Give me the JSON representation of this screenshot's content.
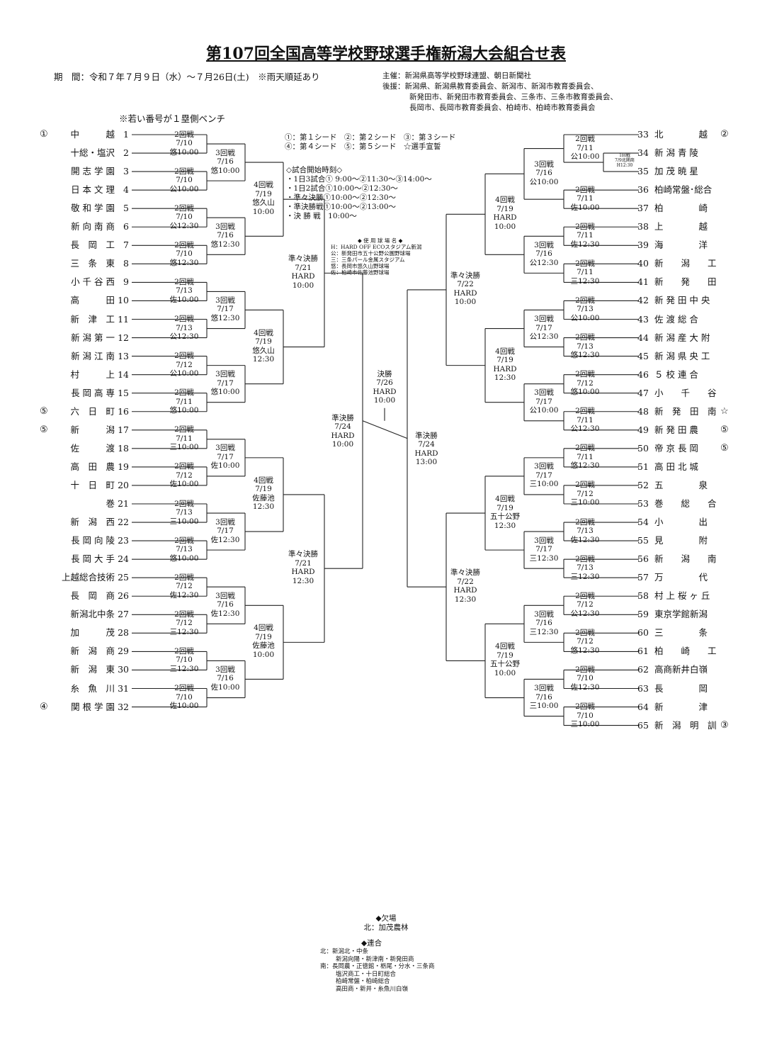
{
  "title": "第107回全国高等学校野球選手権新潟大会組合せ表",
  "period": "期　間：令和７年７月９日（水）～７月26日(土)　※雨天順延あり",
  "organizers": [
    "主催：新潟県高等学校野球連盟、朝日新聞社",
    "後援：新潟県、新潟県教育委員会、新潟市、新潟市教育委員会、",
    "新発田市、新発田市教育委員会、三条市、三条市教育委員会、",
    "長岡市、長岡市教育委員会、柏崎市、柏崎市教育委員会"
  ],
  "bench_note": "※若い番号が１塁側ベンチ",
  "seed_legend": [
    "①：第１シード　②：第２シード　③：第３シード",
    "④：第４シード　⑤：第５シード　☆選手宣誓"
  ],
  "start_times": [
    "◇試合開始時刻◇",
    "・1日3試合①  9:00～②11:30～③14:00～",
    "・1日2試合①10:00～②12:30～",
    "・準々決勝①10:00～②12:30～",
    "・準決勝戦①10:00～②13:00～",
    "・決 勝 戦　10:00～"
  ],
  "venues": [
    "◆ 使 用 球 場 名 ◆",
    "H：HARD OFF ECOスタジアム新潟",
    "公：新発田市五十公野公園野球場",
    "三：三条パール金属スタジアム",
    "悠：長岡市悠久山野球場",
    "佐：柏崎市佐藤池野球場"
  ],
  "absent": [
    "◆欠場",
    "北：加茂農林"
  ],
  "combined": [
    "◆連合",
    "北：新潟北・中条",
    "新潟向陽・新津南・新発田商",
    "南：長岡農・正徳館・栃尾・分水・三条商",
    "塩沢商工・十日町総合",
    "柏崎常盤・柏崎総合",
    "高田商・新井・糸魚川白嶺"
  ],
  "first_round": [
    "1回戦",
    "7/9北関商",
    "H12:30"
  ],
  "teams_left": [
    {
      "name": "中　　　越",
      "no": "1",
      "seed": "①"
    },
    {
      "name": "十総・塩沢",
      "no": "2",
      "seed": ""
    },
    {
      "name": "開 志 学 園",
      "no": "3",
      "seed": ""
    },
    {
      "name": "日 本 文 理",
      "no": "4",
      "seed": ""
    },
    {
      "name": "敬 和 学 園",
      "no": "5",
      "seed": ""
    },
    {
      "name": "新 向 南 商",
      "no": "6",
      "seed": ""
    },
    {
      "name": "長　岡　工",
      "no": "7",
      "seed": ""
    },
    {
      "name": "三　条　東",
      "no": "8",
      "seed": ""
    },
    {
      "name": "小 千 谷 西",
      "no": "9",
      "seed": ""
    },
    {
      "name": "高　　　田",
      "no": "10",
      "seed": ""
    },
    {
      "name": "新　津　工",
      "no": "11",
      "seed": ""
    },
    {
      "name": "新 潟 第 一",
      "no": "12",
      "seed": ""
    },
    {
      "name": "新 潟 江 南",
      "no": "13",
      "seed": ""
    },
    {
      "name": "村　　　上",
      "no": "14",
      "seed": ""
    },
    {
      "name": "長 岡 高 専",
      "no": "15",
      "seed": ""
    },
    {
      "name": "六　日　町",
      "no": "16",
      "seed": "⑤"
    },
    {
      "name": "新　　　潟",
      "no": "17",
      "seed": "⑤"
    },
    {
      "name": "佐　　　渡",
      "no": "18",
      "seed": ""
    },
    {
      "name": "高　田　農",
      "no": "19",
      "seed": ""
    },
    {
      "name": "十　日　町",
      "no": "20",
      "seed": ""
    },
    {
      "name": "巻　",
      "no": "21",
      "seed": ""
    },
    {
      "name": "新　潟　西",
      "no": "22",
      "seed": ""
    },
    {
      "name": "長 岡 向 陵",
      "no": "23",
      "seed": ""
    },
    {
      "name": "長 岡 大 手",
      "no": "24",
      "seed": ""
    },
    {
      "name": "上越総合技術",
      "no": "25",
      "seed": ""
    },
    {
      "name": "長　岡　商",
      "no": "26",
      "seed": ""
    },
    {
      "name": "新潟北中条",
      "no": "27",
      "seed": ""
    },
    {
      "name": "加　　　茂",
      "no": "28",
      "seed": ""
    },
    {
      "name": "新　潟　商",
      "no": "29",
      "seed": ""
    },
    {
      "name": "新　潟　東",
      "no": "30",
      "seed": ""
    },
    {
      "name": "糸　魚　川",
      "no": "31",
      "seed": ""
    },
    {
      "name": "関 根 学 園",
      "no": "32",
      "seed": "④"
    }
  ],
  "teams_right": [
    {
      "no": "33",
      "name": "北　　　　越",
      "seed": "②"
    },
    {
      "no": "34",
      "name": "新 潟 青 陵",
      "seed": ""
    },
    {
      "no": "35",
      "name": "加 茂 暁 星",
      "seed": ""
    },
    {
      "no": "36",
      "name": "柏崎常盤･総合",
      "seed": ""
    },
    {
      "no": "37",
      "name": "柏　　　　崎",
      "seed": ""
    },
    {
      "no": "38",
      "name": "上　　　　越",
      "seed": ""
    },
    {
      "no": "39",
      "name": "海　　　　洋",
      "seed": ""
    },
    {
      "no": "40",
      "name": "新　　潟　　工",
      "seed": ""
    },
    {
      "no": "41",
      "name": "新　　発　　田",
      "seed": ""
    },
    {
      "no": "42",
      "name": "新 発 田 中 央",
      "seed": ""
    },
    {
      "no": "43",
      "name": "佐 渡 総 合",
      "seed": ""
    },
    {
      "no": "44",
      "name": "新 潟 産 大 附",
      "seed": ""
    },
    {
      "no": "45",
      "name": "新 潟 県 央 工",
      "seed": ""
    },
    {
      "no": "46",
      "name": "５ 校 連 合",
      "seed": ""
    },
    {
      "no": "47",
      "name": "小　　千　　谷",
      "seed": ""
    },
    {
      "no": "48",
      "name": "新　発　田　南",
      "seed": "☆"
    },
    {
      "no": "49",
      "name": "新 発 田 農",
      "seed": "⑤"
    },
    {
      "no": "50",
      "name": "帝 京 長 岡",
      "seed": "⑤"
    },
    {
      "no": "51",
      "name": "高 田 北 城",
      "seed": ""
    },
    {
      "no": "52",
      "name": "五　　　　泉",
      "seed": ""
    },
    {
      "no": "53",
      "name": "巻　　総　　合",
      "seed": ""
    },
    {
      "no": "54",
      "name": "小　　　　出",
      "seed": ""
    },
    {
      "no": "55",
      "name": "見　　　　附",
      "seed": ""
    },
    {
      "no": "56",
      "name": "新　　潟　　南",
      "seed": ""
    },
    {
      "no": "57",
      "name": "万　　　　代",
      "seed": ""
    },
    {
      "no": "58",
      "name": "村 上 桜 ヶ 丘",
      "seed": ""
    },
    {
      "no": "59",
      "name": "東京学館新潟",
      "seed": ""
    },
    {
      "no": "60",
      "name": "三　　　　条",
      "seed": ""
    },
    {
      "no": "61",
      "name": "柏　　崎　　工",
      "seed": ""
    },
    {
      "no": "62",
      "name": "高商新井白嶺",
      "seed": ""
    },
    {
      "no": "63",
      "name": "長　　　　岡",
      "seed": ""
    },
    {
      "no": "64",
      "name": "新　　　　津",
      "seed": ""
    },
    {
      "no": "65",
      "name": "新　潟　明　訓",
      "seed": "③"
    }
  ],
  "r2_left": [
    [
      "2回戦",
      "7/10",
      "悠10:00"
    ],
    [
      "2回戦",
      "7/10",
      "公10:00"
    ],
    [
      "2回戦",
      "7/10",
      "公12:30"
    ],
    [
      "2回戦",
      "7/10",
      "悠12:30"
    ],
    [
      "2回戦",
      "7/13",
      "佐10:00"
    ],
    [
      "2回戦",
      "7/13",
      "公12:30"
    ],
    [
      "2回戦",
      "7/12",
      "公10:00"
    ],
    [
      "2回戦",
      "7/11",
      "悠10:00"
    ],
    [
      "2回戦",
      "7/11",
      "三10:00"
    ],
    [
      "2回戦",
      "7/12",
      "佐10:00"
    ],
    [
      "2回戦",
      "7/13",
      "三10:00"
    ],
    [
      "2回戦",
      "7/13",
      "悠10:00"
    ],
    [
      "2回戦",
      "7/12",
      "佐12:30"
    ],
    [
      "2回戦",
      "7/12",
      "三12:30"
    ],
    [
      "2回戦",
      "7/10",
      "三12:30"
    ],
    [
      "2回戦",
      "7/10",
      "佐10:00"
    ]
  ],
  "r3_left": [
    [
      "3回戦",
      "7/16",
      "悠10:00"
    ],
    [
      "3回戦",
      "7/16",
      "悠12:30"
    ],
    [
      "3回戦",
      "7/17",
      "悠12:30"
    ],
    [
      "3回戦",
      "7/17",
      "悠10:00"
    ],
    [
      "3回戦",
      "7/17",
      "佐10:00"
    ],
    [
      "3回戦",
      "7/17",
      "佐12:30"
    ],
    [
      "3回戦",
      "7/16",
      "佐12:30"
    ],
    [
      "3回戦",
      "7/16",
      "佐10:00"
    ]
  ],
  "r4_left": [
    [
      "4回戦",
      "7/19",
      "悠久山",
      "10:00"
    ],
    [
      "4回戦",
      "7/19",
      "悠久山",
      "12:30"
    ],
    [
      "4回戦",
      "7/19",
      "佐藤池",
      "12:30"
    ],
    [
      "4回戦",
      "7/19",
      "佐藤池",
      "10:00"
    ]
  ],
  "qf_left": [
    [
      "準々決勝",
      "7/21",
      "HARD",
      "10:00"
    ],
    [
      "準々決勝",
      "7/21",
      "HARD",
      "12:30"
    ]
  ],
  "sf_left": [
    "準決勝",
    "7/24",
    "HARD",
    "10:00"
  ],
  "final": [
    "決勝",
    "7/26",
    "HARD",
    "10:00"
  ],
  "sf_right": [
    "準決勝",
    "7/24",
    "HARD",
    "13:00"
  ],
  "qf_right": [
    [
      "準々決勝",
      "7/22",
      "HARD",
      "10:00"
    ],
    [
      "準々決勝",
      "7/22",
      "HARD",
      "12:30"
    ]
  ],
  "r4_right": [
    [
      "4回戦",
      "7/19",
      "HARD",
      "10:00"
    ],
    [
      "4回戦",
      "7/19",
      "HARD",
      "12:30"
    ],
    [
      "4回戦",
      "7/19",
      "五十公野",
      "12:30"
    ],
    [
      "4回戦",
      "7/19",
      "五十公野",
      "10:00"
    ]
  ],
  "r3_right": [
    [
      "3回戦",
      "7/16",
      "公10:00"
    ],
    [
      "3回戦",
      "7/16",
      "公12:30"
    ],
    [
      "3回戦",
      "7/17",
      "公12:30"
    ],
    [
      "3回戦",
      "7/17",
      "公10:00"
    ],
    [
      "3回戦",
      "7/17",
      "三10:00"
    ],
    [
      "3回戦",
      "7/17",
      "三12:30"
    ],
    [
      "3回戦",
      "7/16",
      "三12:30"
    ],
    [
      "3回戦",
      "7/16",
      "三10:00"
    ]
  ],
  "r2_right": [
    [
      "2回戦",
      "7/11",
      "公10:00"
    ],
    [
      "2回戦",
      "7/11",
      "佐10:00"
    ],
    [
      "2回戦",
      "7/11",
      "佐12:30"
    ],
    [
      "2回戦",
      "7/11",
      "三12:30"
    ],
    [
      "2回戦",
      "7/13",
      "公10:00"
    ],
    [
      "2回戦",
      "7/13",
      "悠12:30"
    ],
    [
      "2回戦",
      "7/12",
      "悠10:00"
    ],
    [
      "2回戦",
      "7/11",
      "公12:30"
    ],
    [
      "2回戦",
      "7/11",
      "悠12:30"
    ],
    [
      "2回戦",
      "7/12",
      "三10:00"
    ],
    [
      "2回戦",
      "7/13",
      "佐12:30"
    ],
    [
      "2回戦",
      "7/13",
      "三12:30"
    ],
    [
      "2回戦",
      "7/12",
      "公12:30"
    ],
    [
      "2回戦",
      "7/12",
      "悠12:30"
    ],
    [
      "2回戦",
      "7/10",
      "佐12:30"
    ],
    [
      "2回戦",
      "7/10",
      "三10:00"
    ]
  ]
}
